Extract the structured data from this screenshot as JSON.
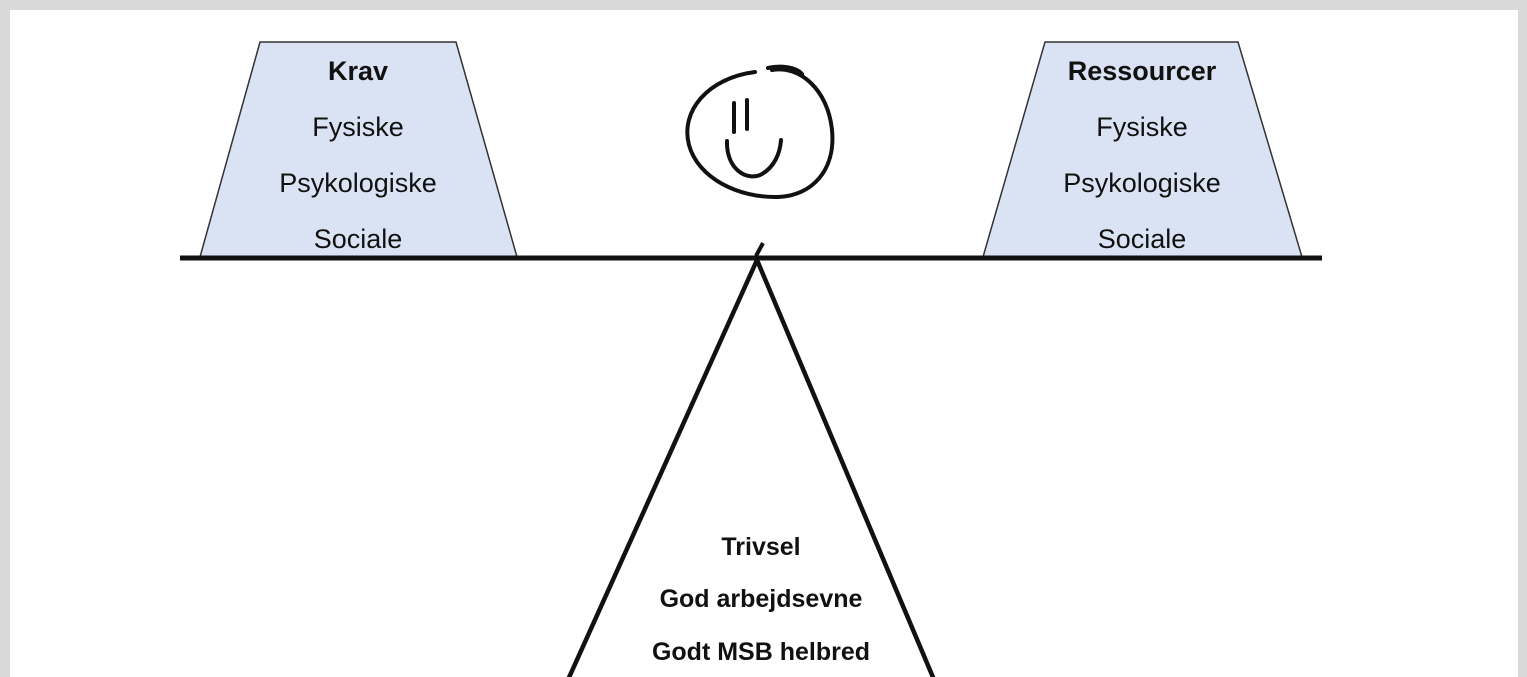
{
  "diagram": {
    "left_box": {
      "title": "Krav",
      "items": [
        "Fysiske",
        "Psykologiske",
        "Sociale"
      ]
    },
    "right_box": {
      "title": "Ressourcer",
      "items": [
        "Fysiske",
        "Psykologiske",
        "Sociale"
      ]
    },
    "fulcrum": {
      "items": [
        "Trivsel",
        "God arbejdsevne",
        "Godt MSB helbred"
      ]
    }
  },
  "colors": {
    "page_border": "#d9d9d9",
    "background": "#ffffff",
    "box_fill": "#dae3f3",
    "box_stroke": "#333333",
    "ink": "#111111"
  }
}
